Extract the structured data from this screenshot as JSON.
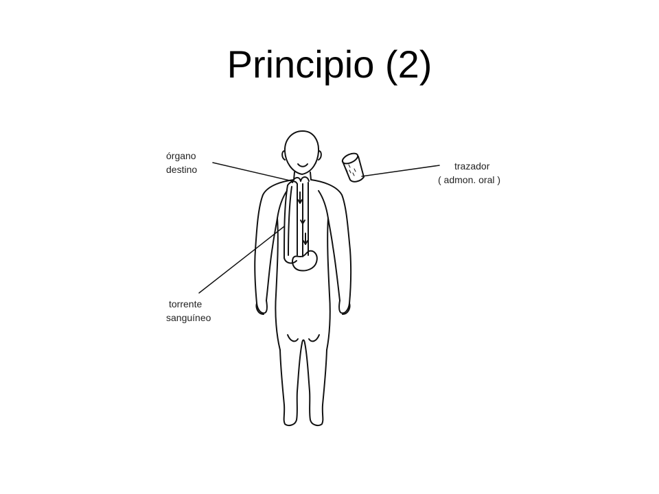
{
  "slide": {
    "title": "Principio (2)"
  },
  "diagram": {
    "labels": {
      "target_organ": [
        "órgano",
        "destino"
      ],
      "tracer": [
        "trazador",
        "( admon. oral )"
      ],
      "bloodstream": [
        "torrente",
        "sanguíneo"
      ]
    }
  },
  "colors": {
    "line": "#111111",
    "background": "#ffffff",
    "text": "#000000"
  }
}
